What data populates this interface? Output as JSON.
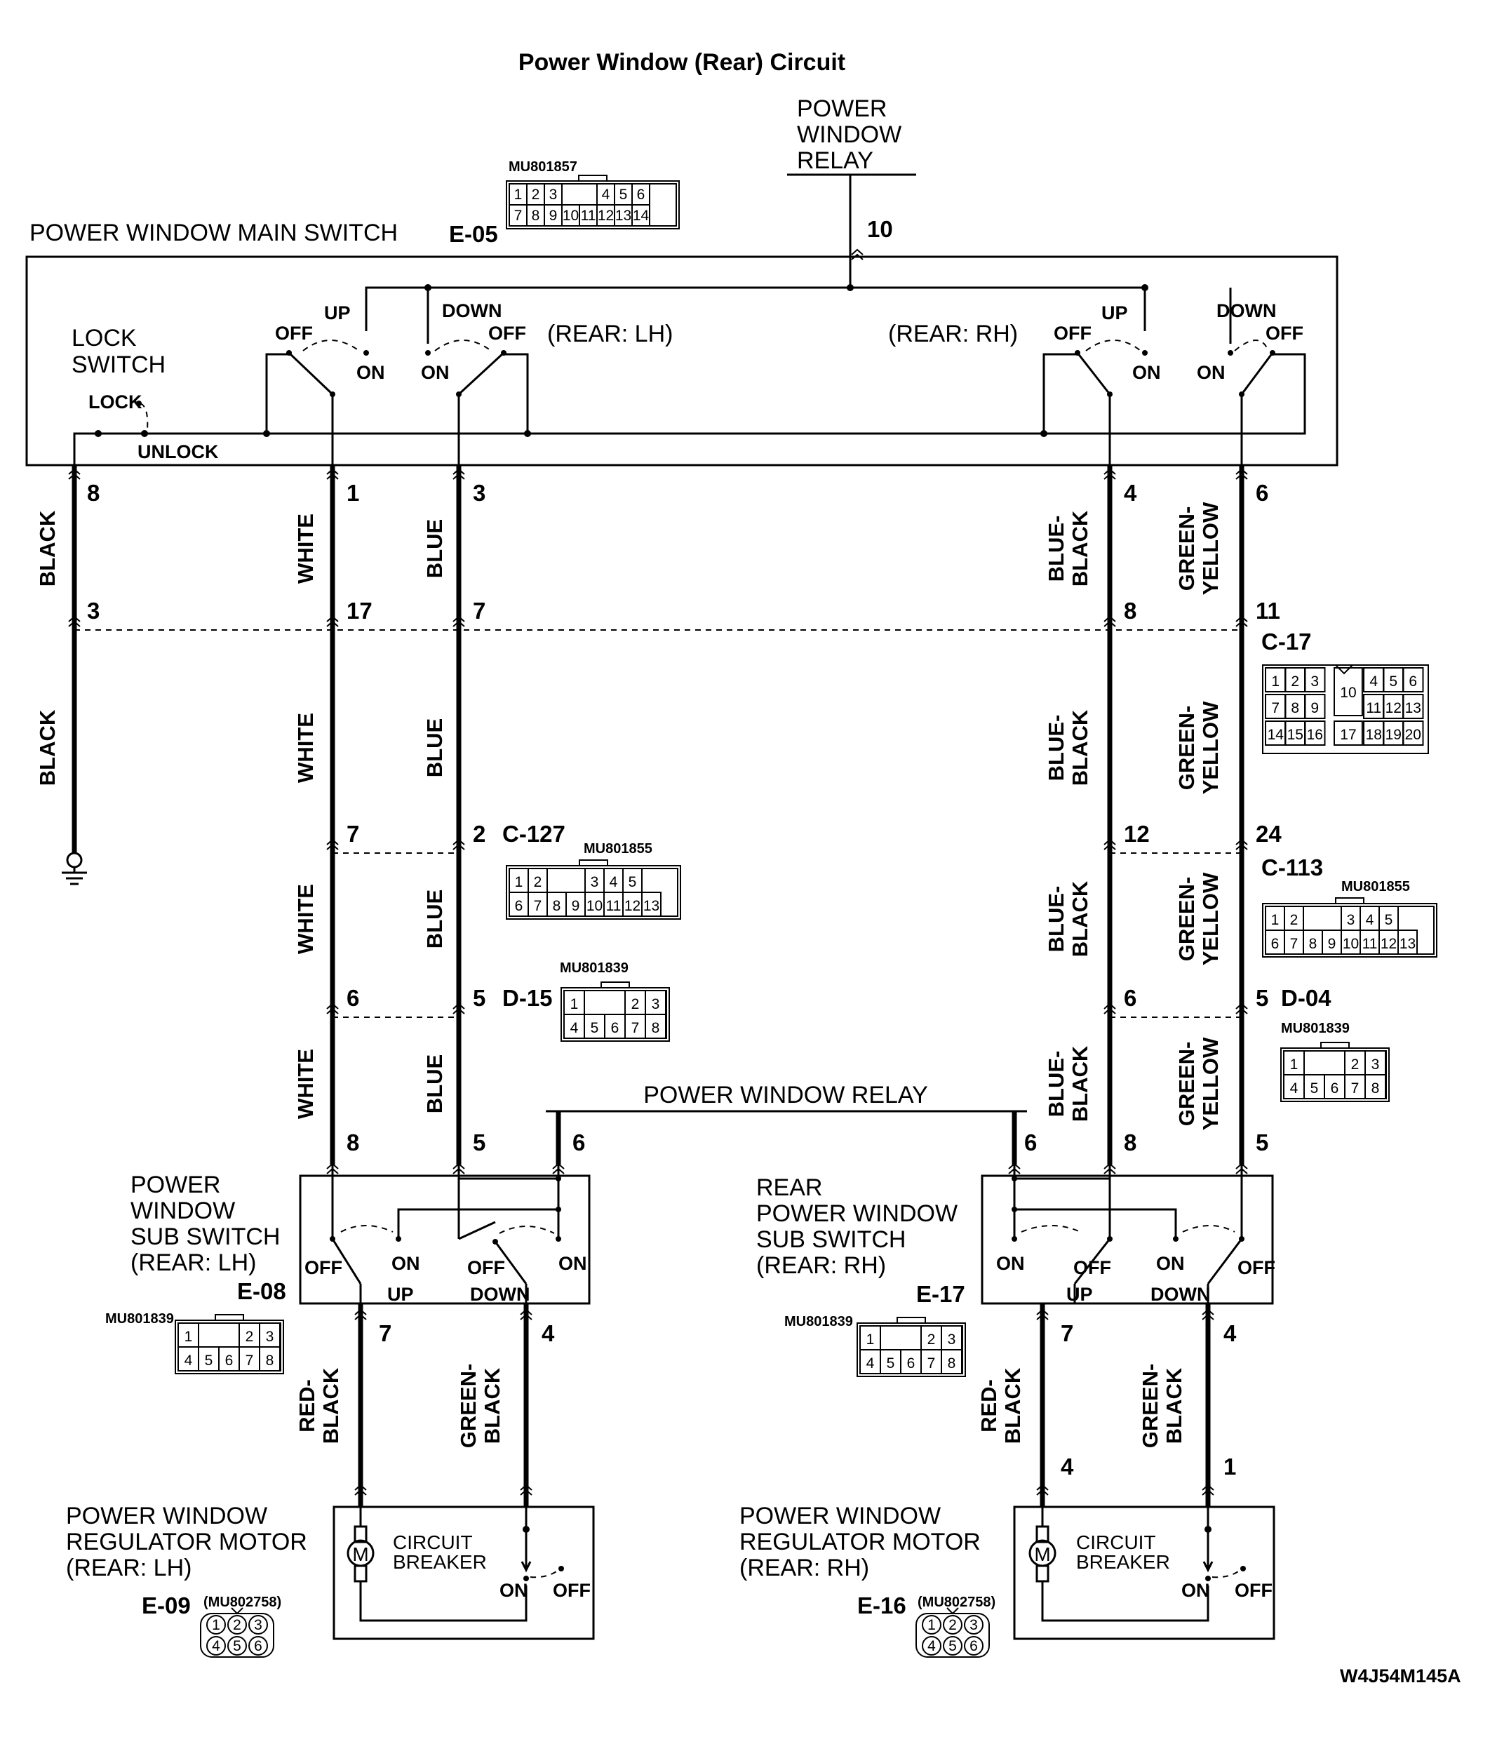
{
  "title": "Power Window (Rear) Circuit",
  "figure_id": "W4J54M145A",
  "relay_top": {
    "lines": [
      "POWER",
      "WINDOW",
      "RELAY"
    ],
    "pin": "10"
  },
  "main_switch": {
    "label": "POWER WINDOW MAIN SWITCH",
    "connector": "E-05",
    "part": "MU801857",
    "lock_switch": [
      "LOCK",
      "SWITCH"
    ],
    "lock": "LOCK",
    "unlock": "UNLOCK",
    "rear_lh": "(REAR: LH)",
    "rear_rh": "(REAR: RH)",
    "up": "UP",
    "down": "DOWN",
    "off": "OFF",
    "on": "ON",
    "pins": [
      "8",
      "1",
      "3",
      "4",
      "6"
    ]
  },
  "wires_main": [
    {
      "id": "black",
      "lines": [
        "BLACK"
      ],
      "pins": [
        "8",
        "3"
      ]
    },
    {
      "id": "white",
      "lines": [
        "WHITE"
      ],
      "pins": [
        "1",
        "17",
        "7",
        "6",
        "8"
      ]
    },
    {
      "id": "blue",
      "lines": [
        "BLUE"
      ],
      "pins": [
        "3",
        "7",
        "2",
        "5",
        "5"
      ]
    },
    {
      "id": "blue-black",
      "lines": [
        "BLUE-",
        "BLACK"
      ],
      "pins": [
        "4",
        "8",
        "12",
        "6",
        "8"
      ]
    },
    {
      "id": "green-yellow",
      "lines": [
        "GREEN-",
        "YELLOW"
      ],
      "pins": [
        "6",
        "11",
        "24",
        "5",
        "5"
      ]
    }
  ],
  "connectors": {
    "c17": {
      "label": "C-17",
      "rows": [
        [
          "1",
          "2",
          "3",
          "10",
          "4",
          "5",
          "6"
        ],
        [
          "7",
          "8",
          "9",
          "11",
          "12",
          "13"
        ],
        [
          "14",
          "15",
          "16",
          "17",
          "18",
          "19",
          "20"
        ]
      ]
    },
    "c127": {
      "label": "C-127",
      "part": "MU801855"
    },
    "c113": {
      "label": "C-113",
      "part": "MU801855"
    },
    "d15": {
      "label": "D-15",
      "part": "MU801839"
    },
    "d04": {
      "label": "D-04",
      "part": "MU801839"
    },
    "mu801855_rows": [
      [
        "1",
        "2",
        "3",
        "4",
        "5"
      ],
      [
        "6",
        "7",
        "8",
        "9",
        "10",
        "11",
        "12",
        "13"
      ]
    ],
    "mu801839_rows": [
      [
        "1",
        "2",
        "3"
      ],
      [
        "4",
        "5",
        "6",
        "7",
        "8"
      ]
    ],
    "mu802758_rows": [
      [
        "1",
        "2",
        "3"
      ],
      [
        "4",
        "5",
        "6"
      ]
    ],
    "mu801857_rows": [
      [
        "1",
        "2",
        "3",
        "4",
        "5",
        "6"
      ],
      [
        "7",
        "8",
        "9",
        "10",
        "11",
        "12",
        "13",
        "14"
      ]
    ]
  },
  "relay_mid": {
    "label": "POWER WINDOW RELAY",
    "pin_lh": "6",
    "pin_rh": "6"
  },
  "sub_lh": {
    "lines": [
      "POWER",
      "WINDOW",
      "SUB SWITCH",
      "(REAR: LH)"
    ],
    "connector": "E-08",
    "part": "MU801839",
    "pins_out": [
      "7",
      "4"
    ]
  },
  "sub_rh": {
    "lines": [
      "REAR",
      "POWER WINDOW",
      "SUB SWITCH",
      "(REAR: RH)"
    ],
    "connector": "E-17",
    "part": "MU801839",
    "pins_out": [
      "7",
      "4"
    ]
  },
  "wires_low": [
    {
      "id": "red-black",
      "lines": [
        "RED-",
        "BLACK"
      ]
    },
    {
      "id": "green-black",
      "lines": [
        "GREEN-",
        "BLACK"
      ]
    }
  ],
  "motor_lh": {
    "lines": [
      "POWER WINDOW",
      "REGULATOR MOTOR",
      "(REAR: LH)"
    ],
    "connector": "E-09",
    "part": "(MU802758)",
    "cb": [
      "CIRCUIT",
      "BREAKER"
    ],
    "on": "ON",
    "off": "OFF"
  },
  "motor_rh": {
    "lines": [
      "POWER WINDOW",
      "REGULATOR MOTOR",
      "(REAR: RH)"
    ],
    "connector": "E-16",
    "part": "(MU802758)",
    "cb": [
      "CIRCUIT",
      "BREAKER"
    ],
    "on": "ON",
    "off": "OFF",
    "pins_in": [
      "4",
      "1"
    ]
  },
  "motor_mark": "M"
}
